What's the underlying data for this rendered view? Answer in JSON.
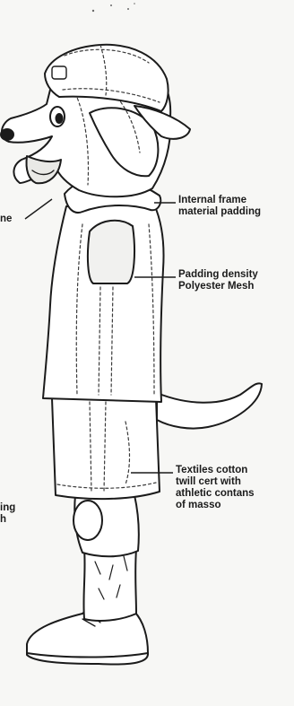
{
  "diagram": {
    "figure_subject": "dog-mascot-costume",
    "annotations": [
      {
        "id": "frame",
        "lines": [
          "Internal frame",
          "material padding"
        ]
      },
      {
        "id": "padding",
        "lines": [
          "Padding density",
          "Polyester Mesh"
        ]
      },
      {
        "id": "textile",
        "lines": [
          "Textiles cotton",
          "twill cert with",
          "athletic contans",
          "of masso"
        ]
      }
    ],
    "cut_off_labels": {
      "top": [
        "ne"
      ],
      "bottom": [
        "ing",
        "h"
      ]
    }
  },
  "colors": {
    "background": "#f7f7f5",
    "ink": "#1b1b1b",
    "stitch": "#3a3a3a",
    "fill": "#ffffff"
  }
}
